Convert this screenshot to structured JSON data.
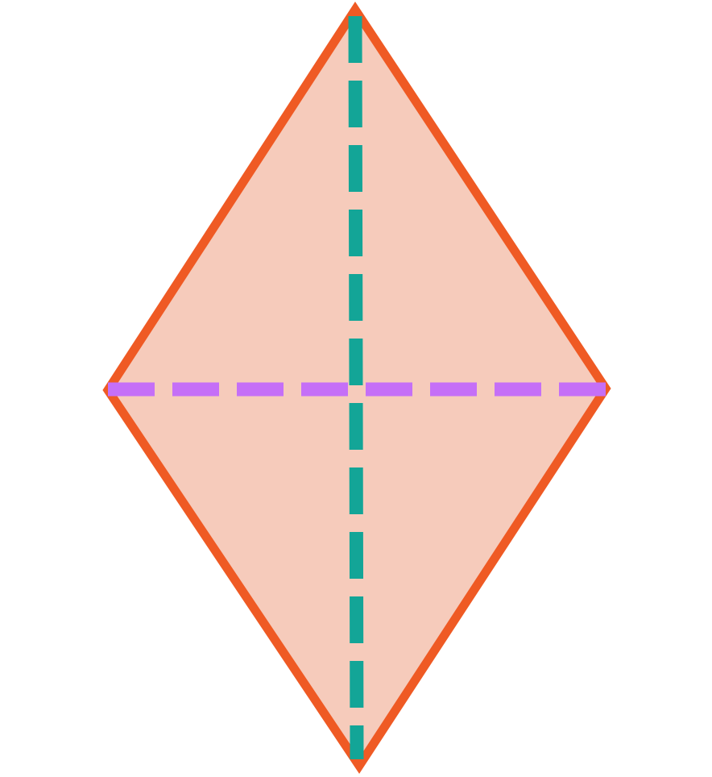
{
  "diagram": {
    "shape": "rhombus",
    "colors": {
      "background": "#ffffff",
      "fill": "#f6cbbb",
      "outline": "#ef5a24",
      "vertical_diagonal": "#13a597",
      "horizontal_diagonal": "#c56ff7"
    },
    "diagonals": [
      {
        "orientation": "vertical",
        "style": "dashed"
      },
      {
        "orientation": "horizontal",
        "style": "dashed"
      }
    ]
  }
}
